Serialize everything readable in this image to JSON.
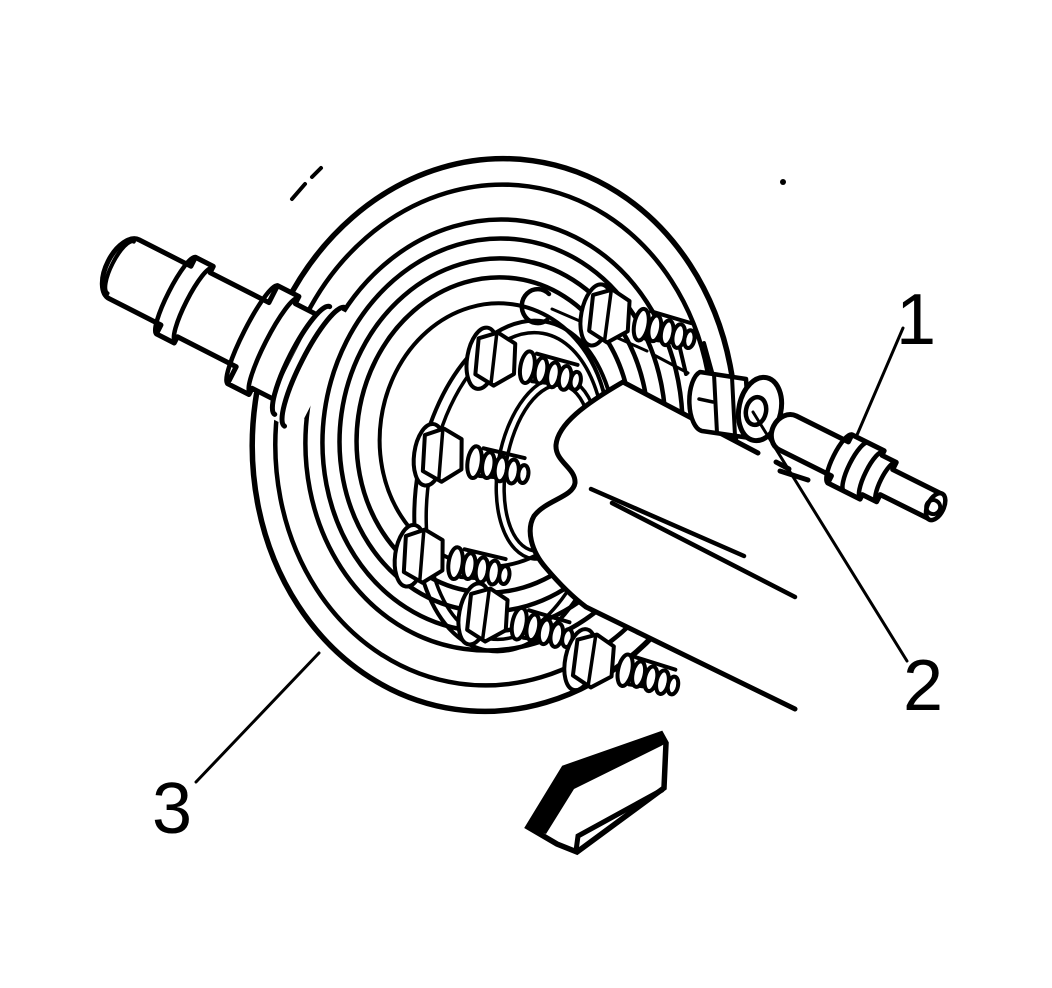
{
  "figure": {
    "background": "#ffffff",
    "line_color": "#000000",
    "callouts": [
      {
        "label": "1"
      },
      {
        "label": "2"
      },
      {
        "label": "3"
      }
    ]
  }
}
